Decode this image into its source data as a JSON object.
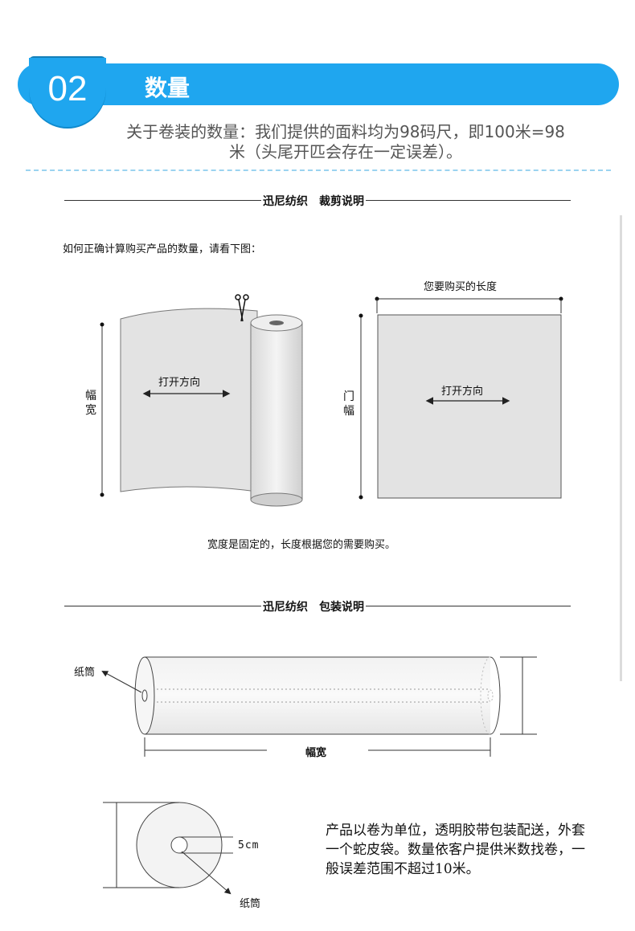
{
  "header": {
    "number": "02",
    "title": "数量",
    "intro_line1": "关于卷装的数量：我们提供的面料均为98码尺，即100米=98",
    "intro_line2": "米（头尾开匹会存在一定误差）。"
  },
  "cutting": {
    "title": "迅尼纺织　裁剪说明",
    "instruction": "如何正确计算购买产品的数量，请看下图：",
    "width_label": "幅宽",
    "open_direction": "打开方向",
    "purchase_length": "您要购买的长度",
    "door_width_label": "门幅",
    "caption": "宽度是固定的，长度根据您的需要购买。"
  },
  "packaging": {
    "title": "迅尼纺织　包装说明",
    "paper_tube": "纸筒",
    "width_label": "幅宽",
    "diameter": "5cm",
    "note": "产品以卷为单位，透明胶带包装配送，外套一个蛇皮袋。数量依客户提供米数找卷，一般误差范围不超过10米。"
  },
  "colors": {
    "accent": "#1fa6ef",
    "accent_dark": "#147fb8",
    "divider": "#9bd3f0"
  }
}
